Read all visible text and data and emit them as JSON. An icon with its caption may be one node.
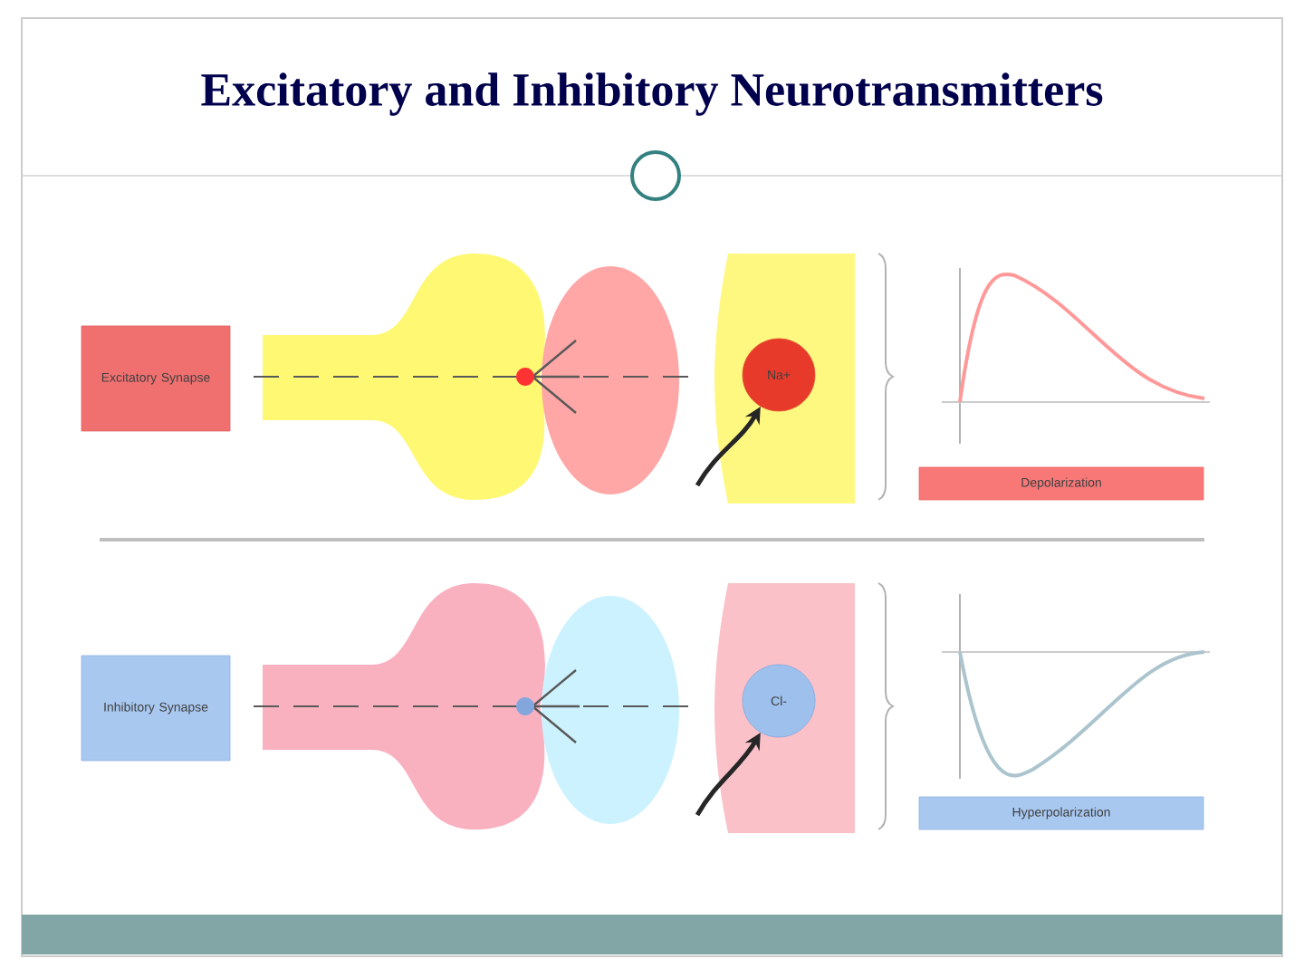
{
  "diagram": {
    "title": "Excitatory and Inhibitory Neurotransmitters",
    "nodes": [
      {
        "text": [
          "Excitatory Synapse"
        ]
      },
      {
        "text": [
          "Na+"
        ]
      },
      {
        "text": [
          "Depolarization"
        ]
      },
      {
        "text": [
          "Inhibitory Synapse"
        ]
      },
      {
        "text": [
          "Cl-"
        ]
      },
      {
        "text": [
          "Hyperpolarization"
        ]
      }
    ],
    "edges": [
      {
        "from": null,
        "to": 1,
        "arrow": "to"
      },
      {
        "from": null,
        "to": 4,
        "arrow": "to"
      }
    ]
  }
}
